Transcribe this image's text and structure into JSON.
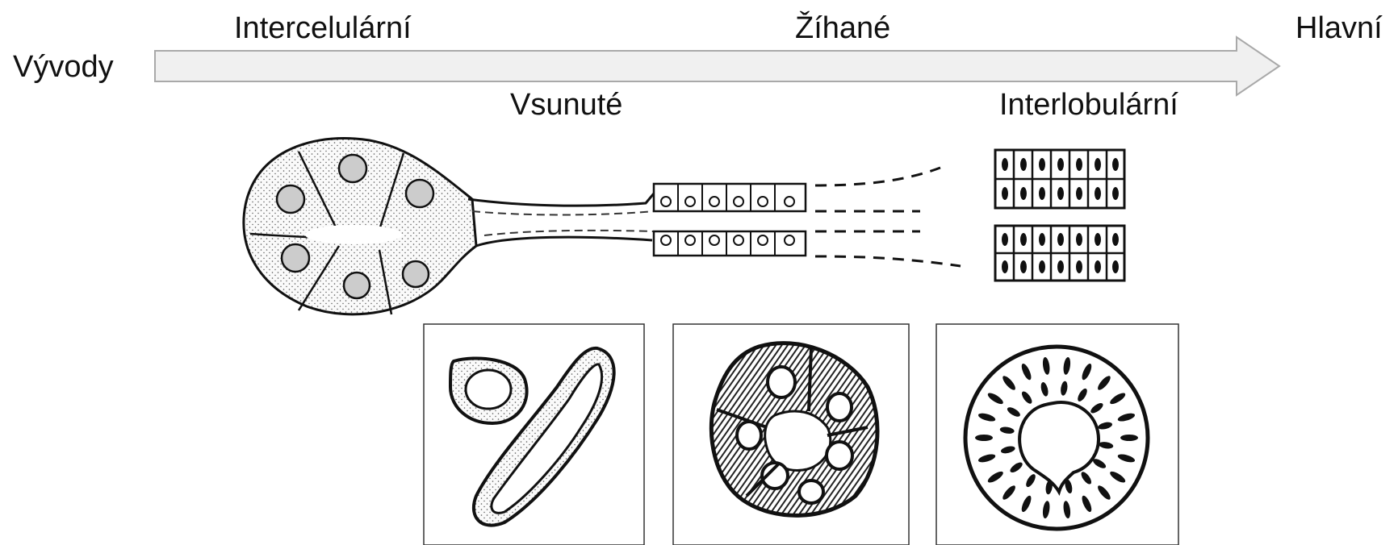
{
  "labels": {
    "ducts": "Vývody",
    "intercalated": "Intercelulární",
    "striated": "Žíhané",
    "main": "Hlavní",
    "inserted": "Vsunuté",
    "interlobular": "Interlobulární"
  },
  "colors": {
    "arrow_fill": "#f0f0f0",
    "arrow_stroke": "#a9a9a9",
    "ink": "#111111",
    "stipple": "#555555"
  }
}
